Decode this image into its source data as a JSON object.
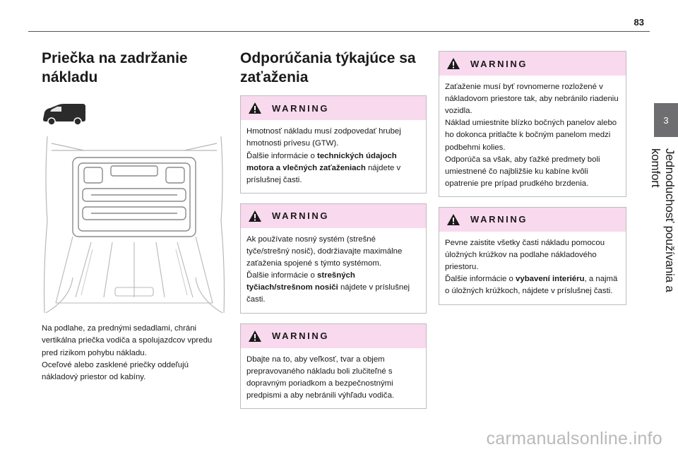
{
  "page": {
    "number": "83"
  },
  "side_tab": {
    "chapter_number": "3",
    "chapter_title": "Jednoduchosť používania a komfort"
  },
  "column1": {
    "heading": "Priečka na zadržanie nákladu",
    "body": [
      "Na podlahe, za prednými sedadlami, chráni vertikálna priečka vodiča a spolujazdcov vpredu pred rizikom pohybu nákladu.",
      "Oceľové alebo zasklené priečky oddeľujú nákladový priestor od kabíny."
    ]
  },
  "column2": {
    "heading": "Odporúčania týkajúce sa zaťaženia",
    "warnings": [
      {
        "title": "WARNING",
        "lines": [
          {
            "pre": "Hmotnosť nákladu musí zodpovedať hrubej hmotnosti prívesu (GTW).",
            "bold": "",
            "post": ""
          },
          {
            "pre": "Ďalšie informácie o ",
            "bold": "technických údajoch motora a vlečných zaťaženiach",
            "post": " nájdete v príslušnej časti."
          }
        ]
      },
      {
        "title": "WARNING",
        "lines": [
          {
            "pre": "Ak používate nosný systém (strešné tyče/strešný nosič), dodržiavajte maximálne zaťaženia spojené s týmto systémom.",
            "bold": "",
            "post": ""
          },
          {
            "pre": "Ďalšie informácie o ",
            "bold": "strešných tyčiach/strešnom nosiči",
            "post": " nájdete v príslušnej časti."
          }
        ]
      },
      {
        "title": "WARNING",
        "lines": [
          {
            "pre": "Dbajte na to, aby veľkosť, tvar a objem prepravovaného nákladu boli zlučiteľné s dopravným poriadkom a bezpečnostnými predpismi a aby nebránili výhľadu vodiča.",
            "bold": "",
            "post": ""
          }
        ]
      }
    ]
  },
  "column3": {
    "warnings": [
      {
        "title": "WARNING",
        "lines": [
          {
            "pre": "Zaťaženie musí byť rovnomerne rozložené v nákladovom priestore tak, aby nebránilo riadeniu vozidla.",
            "bold": "",
            "post": ""
          },
          {
            "pre": "Náklad umiestnite blízko bočných panelov alebo ho dokonca pritlačte k bočným panelom medzi podbehmi kolies.",
            "bold": "",
            "post": ""
          },
          {
            "pre": "Odporúča sa však, aby ťažké predmety boli umiestnené čo najbližšie ku kabíne kvôli opatrenie pre prípad prudkého brzdenia.",
            "bold": "",
            "post": ""
          }
        ]
      },
      {
        "title": "WARNING",
        "lines": [
          {
            "pre": "Pevne zaistite všetky časti nákladu pomocou úložných krúžkov na podlahe nákladového priestoru.",
            "bold": "",
            "post": ""
          },
          {
            "pre": "Ďalšie informácie o ",
            "bold": "vybavení interiéru",
            "post": ", a najmä o úložných krúžkoch, nájdete v príslušnej časti."
          }
        ]
      }
    ]
  },
  "watermark": "carmanualsonline.info",
  "colors": {
    "warning_header": "#f9d9ee",
    "side_tab": "#6e6e70",
    "border": "#bdbdbd"
  }
}
